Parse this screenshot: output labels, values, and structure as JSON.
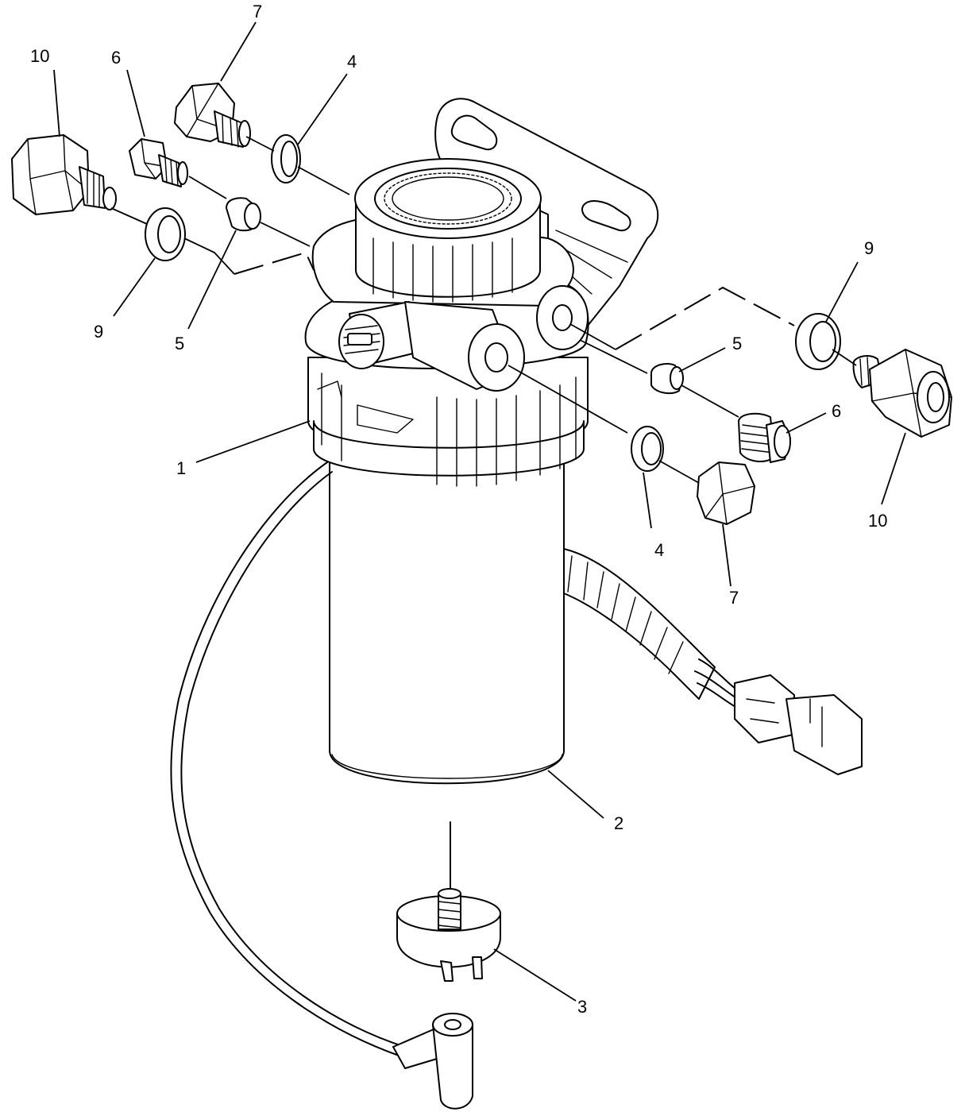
{
  "diagram": {
    "callouts": [
      {
        "id": "c10a",
        "label": "10"
      },
      {
        "id": "c6a",
        "label": "6"
      },
      {
        "id": "c7a",
        "label": "7"
      },
      {
        "id": "c4a",
        "label": "4"
      },
      {
        "id": "c9a",
        "label": "9"
      },
      {
        "id": "c5a",
        "label": "5"
      },
      {
        "id": "c9b",
        "label": "9"
      },
      {
        "id": "c5b",
        "label": "5"
      },
      {
        "id": "c6b",
        "label": "6"
      },
      {
        "id": "c1",
        "label": "1"
      },
      {
        "id": "c10b",
        "label": "10"
      },
      {
        "id": "c4b",
        "label": "4"
      },
      {
        "id": "c7b",
        "label": "7"
      },
      {
        "id": "c2",
        "label": "2"
      },
      {
        "id": "c3",
        "label": "3"
      }
    ]
  }
}
